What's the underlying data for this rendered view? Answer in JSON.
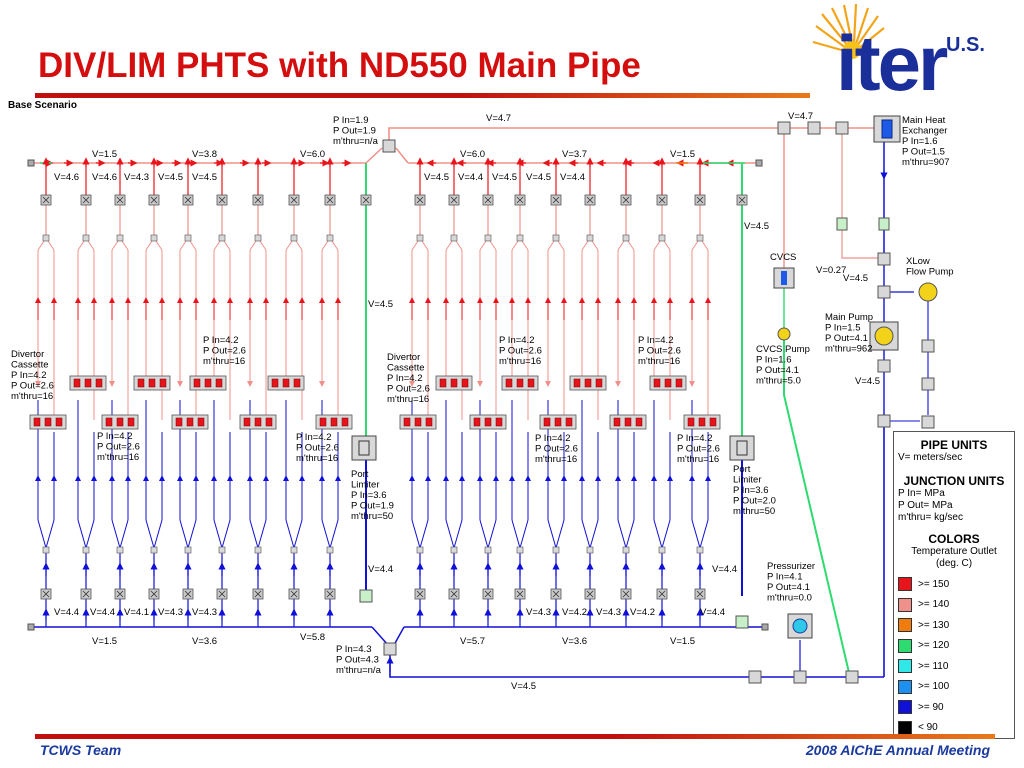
{
  "header": {
    "title": "DIV/LIM PHTS with ND550 Main Pipe",
    "scenario": "Base Scenario"
  },
  "logo": {
    "us": "U.S.",
    "name": "iter",
    "icon": "sunburst-logo-icon"
  },
  "footer": {
    "left": "TCWS Team",
    "right": "2008 AIChE Annual Meeting"
  },
  "colors": {
    "red": "#e8141b",
    "pink": "#f0908a",
    "orange": "#f07c10",
    "green": "#2edb70",
    "cyan": "#30e8e8",
    "skyblue": "#1e90f0",
    "blue": "#1010d8",
    "black": "#000000",
    "accent_title": "#d40e0e",
    "footer_text": "#1a3a9e"
  },
  "diagram": {
    "top_velocities": [
      "V=1.5",
      "V=3.8",
      "V=6.0",
      "V=6.0",
      "V=3.7",
      "V=1.5"
    ],
    "top_branch_velocities": [
      "V=4.6",
      "V=4.6",
      "V=4.3",
      "V=4.5",
      "V=4.5",
      "V=4.5",
      "V=4.4",
      "V=4.5",
      "V=4.5",
      "V=4.4"
    ],
    "bottom_velocities": [
      "V=1.5",
      "V=3.6",
      "V=5.8",
      "V=5.7",
      "V=3.6",
      "V=1.5"
    ],
    "bottom_branch_velocities": [
      "V=4.4",
      "V=4.4",
      "V=4.1",
      "V=4.3",
      "V=4.3",
      "V=4.3",
      "V=4.2",
      "V=4.3",
      "V=4.2",
      "V=4.4"
    ],
    "top_header": {
      "lines": [
        "P In=1.9",
        "P Out=1.9",
        "m'thru=n/a"
      ]
    },
    "bottom_header": {
      "lines": [
        "P In=4.3",
        "P Out=4.3",
        "m'thru=n/a"
      ]
    },
    "v_top_main": "V=4.7",
    "v_top_main2": "V=4.7",
    "v_bottom_main": "V=4.5",
    "v_riser_left": "V=4.5",
    "v_riser_right": "V=4.5",
    "v_lower_left": "V=4.4",
    "v_lower_right": "V=4.4",
    "v_bypass": "V=0.27",
    "v_pump_in": "V=4.5",
    "v_pump_out": "V=4.5",
    "cassette_left": {
      "lines": [
        "Divertor",
        "Cassette",
        "P In=4.2",
        "P Out=2.6",
        "m'thru=16"
      ]
    },
    "cassette_right": {
      "lines": [
        "Divertor",
        "Cassette",
        "P In=4.2",
        "P Out=2.6",
        "m'thru=16"
      ]
    },
    "cas_labels": [
      {
        "lines": [
          "P In=4.2",
          "P Out=2.6",
          "m'thru=16"
        ]
      },
      {
        "lines": [
          "P In=4.2",
          "P Out=2.6",
          "m'thru=16"
        ]
      },
      {
        "lines": [
          "P In=4.2",
          "P Out=2.6",
          "m'thru=16"
        ]
      },
      {
        "lines": [
          "P In=4.2",
          "P Out=2.6",
          "m'thru=16"
        ]
      },
      {
        "lines": [
          "P In=4.2",
          "P Out=2.6",
          "m'thru=16"
        ]
      },
      {
        "lines": [
          "P In=4.2",
          "P Out=2.6",
          "m'thru=16"
        ]
      },
      {
        "lines": [
          "P In=4.2",
          "P Out=2.6",
          "m'thru=16"
        ]
      },
      {
        "lines": [
          "P In=4.2",
          "P Out=2.6",
          "m'thru=16"
        ]
      }
    ],
    "port_limiter_left": {
      "lines": [
        "Port",
        "Limiter",
        "P In=3.6",
        "P Out=1.9",
        "m'thru=50"
      ]
    },
    "port_limiter_right": {
      "lines": [
        "Port",
        "Limiter",
        "P In=3.6",
        "P Out=2.0",
        "m'thru=50"
      ]
    },
    "hx": {
      "lines": [
        "Main Heat",
        "Exchanger",
        "P In=1.6",
        "P Out=1.5",
        "m'thru=907"
      ]
    },
    "cvcs": {
      "lines": [
        "CVCS"
      ]
    },
    "cvcs_pump": {
      "lines": [
        "CVCS Pump",
        "P In=1.6",
        "P Out=4.1",
        "m'thru=5.0"
      ]
    },
    "main_pump": {
      "lines": [
        "Main Pump",
        "P In=1.5",
        "P Out=4.1",
        "m'thru=962"
      ]
    },
    "xlow": {
      "lines": [
        "XLow",
        "Flow Pump"
      ]
    },
    "pressurizer": {
      "lines": [
        "Pressurizer",
        "P In=4.1",
        "P Out=4.1",
        "m'thru=0.0"
      ]
    }
  },
  "legend": {
    "pipe_units_title": "PIPE UNITS",
    "pipe_units": "V= meters/sec",
    "junction_units_title": "JUNCTION UNITS",
    "junction_units": [
      "P In= MPa",
      "P Out= MPa",
      "m'thru= kg/sec"
    ],
    "colors_title": "COLORS",
    "colors_subtitle": [
      "Temperature Outlet",
      "(deg. C)"
    ],
    "items": [
      {
        "label": ">= 150",
        "color": "#e8141b"
      },
      {
        "label": ">= 140",
        "color": "#f0908a"
      },
      {
        "label": ">= 130",
        "color": "#f07c10"
      },
      {
        "label": ">= 120",
        "color": "#2edb70"
      },
      {
        "label": ">= 110",
        "color": "#30e8e8"
      },
      {
        "label": ">= 100",
        "color": "#1e90f0"
      },
      {
        "label": ">= 90",
        "color": "#1010d8"
      },
      {
        "label": "< 90",
        "color": "#000000"
      }
    ]
  }
}
